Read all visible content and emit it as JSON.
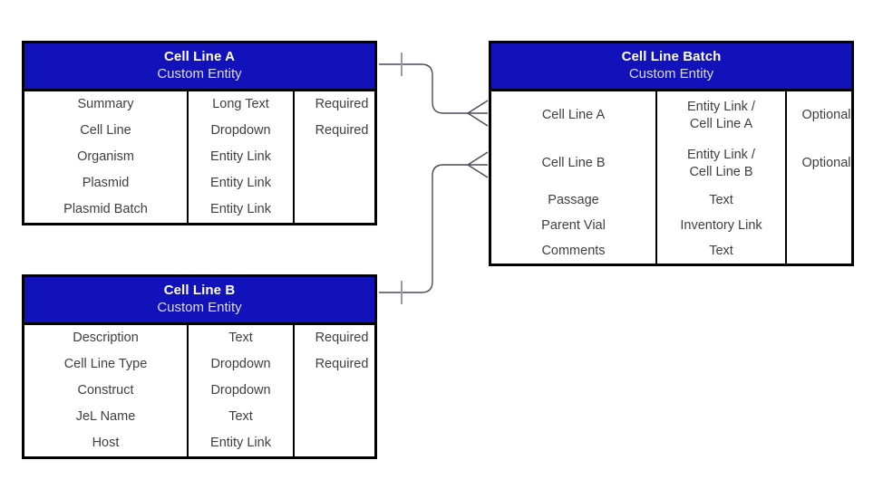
{
  "diagram": {
    "type": "entity-relationship-diagram",
    "background_color": "#ffffff",
    "header_color": "#1212bb",
    "header_text_color": "#ffffff",
    "border_color": "#000000",
    "body_text_color": "#3f3f3f",
    "connector_color": "#4a4a5a"
  },
  "entities": [
    {
      "id": "cell-line-a",
      "title": "Cell Line A",
      "subtitle": "Custom Entity",
      "fields": [
        {
          "name": "Summary",
          "type": "Long Text",
          "requirement": "Required"
        },
        {
          "name": "Cell Line",
          "type": "Dropdown",
          "requirement": "Required"
        },
        {
          "name": "Organism",
          "type": "Entity Link",
          "requirement": ""
        },
        {
          "name": "Plasmid",
          "type": "Entity Link",
          "requirement": ""
        },
        {
          "name": "Plasmid Batch",
          "type": "Entity Link",
          "requirement": ""
        }
      ]
    },
    {
      "id": "cell-line-b",
      "title": "Cell Line B",
      "subtitle": "Custom Entity",
      "fields": [
        {
          "name": "Description",
          "type": "Text",
          "requirement": "Required"
        },
        {
          "name": "Cell Line Type",
          "type": "Dropdown",
          "requirement": "Required"
        },
        {
          "name": "Construct",
          "type": "Dropdown",
          "requirement": ""
        },
        {
          "name": "JeL Name",
          "type": "Text",
          "requirement": ""
        },
        {
          "name": "Host",
          "type": "Entity Link",
          "requirement": ""
        }
      ]
    },
    {
      "id": "cell-line-batch",
      "title": "Cell Line Batch",
      "subtitle": "Custom Entity",
      "fields": [
        {
          "name": "Cell Line A",
          "type": "Entity Link /\nCell Line A",
          "requirement": "Optional",
          "tall": true
        },
        {
          "name": "Cell Line B",
          "type": "Entity Link /\nCell Line B",
          "requirement": "Optional",
          "tall": true
        },
        {
          "name": "Passage",
          "type": "Text",
          "requirement": ""
        },
        {
          "name": "Parent Vial",
          "type": "Inventory Link",
          "requirement": ""
        },
        {
          "name": "Comments",
          "type": "Text",
          "requirement": ""
        }
      ]
    }
  ],
  "relationships": [
    {
      "id": "rel-a-to-batch",
      "from": "cell-line-a",
      "to": "cell-line-batch",
      "from_cardinality": "one",
      "to_cardinality": "many"
    },
    {
      "id": "rel-b-to-batch",
      "from": "cell-line-b",
      "to": "cell-line-batch",
      "from_cardinality": "one",
      "to_cardinality": "many"
    }
  ]
}
